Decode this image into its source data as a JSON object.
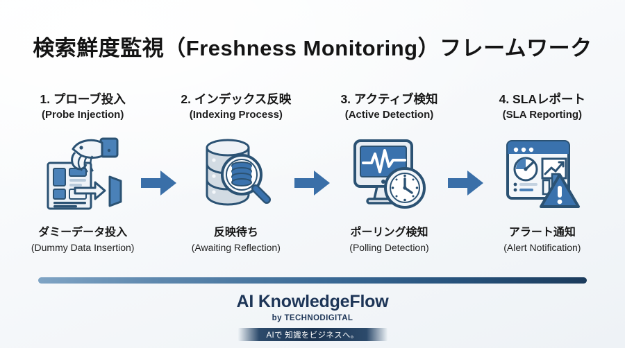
{
  "slide": {
    "title": "検索鮮度監視（Freshness Monitoring）フレームワーク",
    "background_color": "#f5f8fa",
    "accent_color": "#3a6fa8",
    "brand_color": "#1d3557"
  },
  "steps": [
    {
      "title_ja": "1. プローブ投入",
      "title_en": "(Probe Injection)",
      "icon": "robot-hand-document-injection-icon",
      "caption_ja": "ダミーデータ投入",
      "caption_en": "(Dummy Data Insertion)"
    },
    {
      "title_ja": "2. インデックス反映",
      "title_en": "(Indexing Process)",
      "icon": "database-magnifier-icon",
      "caption_ja": "反映待ち",
      "caption_en": "(Awaiting Reflection)"
    },
    {
      "title_ja": "3. アクティブ検知",
      "title_en": "(Active Detection)",
      "icon": "monitor-pulse-clock-icon",
      "caption_ja": "ポーリング検知",
      "caption_en": "(Polling Detection)"
    },
    {
      "title_ja": "4. SLAレポート",
      "title_en": "(SLA Reporting)",
      "icon": "dashboard-alert-icon",
      "caption_ja": "アラート通知",
      "caption_en": "(Alert Notification)"
    }
  ],
  "arrows": [
    {
      "icon": "arrow-right-icon"
    },
    {
      "icon": "arrow-right-icon"
    },
    {
      "icon": "arrow-right-icon"
    }
  ],
  "footer": {
    "brand_name": "AI KnowledgeFlow",
    "brand_by": "by TECHNODIGITAL",
    "tagline": "AIで 知識をビジネスへ。"
  }
}
